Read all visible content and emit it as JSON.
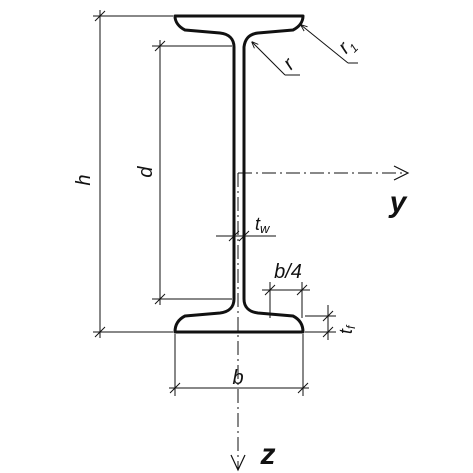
{
  "labels": {
    "h": "h",
    "d": "d",
    "r": "r",
    "r1_main": "r",
    "r1_sub": "1",
    "tw_main": "t",
    "tw_sub": "w",
    "b4": "b/4",
    "tf_main": "t",
    "tf_sub": "f",
    "b": "b",
    "y_axis": "y",
    "z_axis": "z"
  },
  "colors": {
    "stroke": "#111111",
    "background": "#ffffff"
  }
}
